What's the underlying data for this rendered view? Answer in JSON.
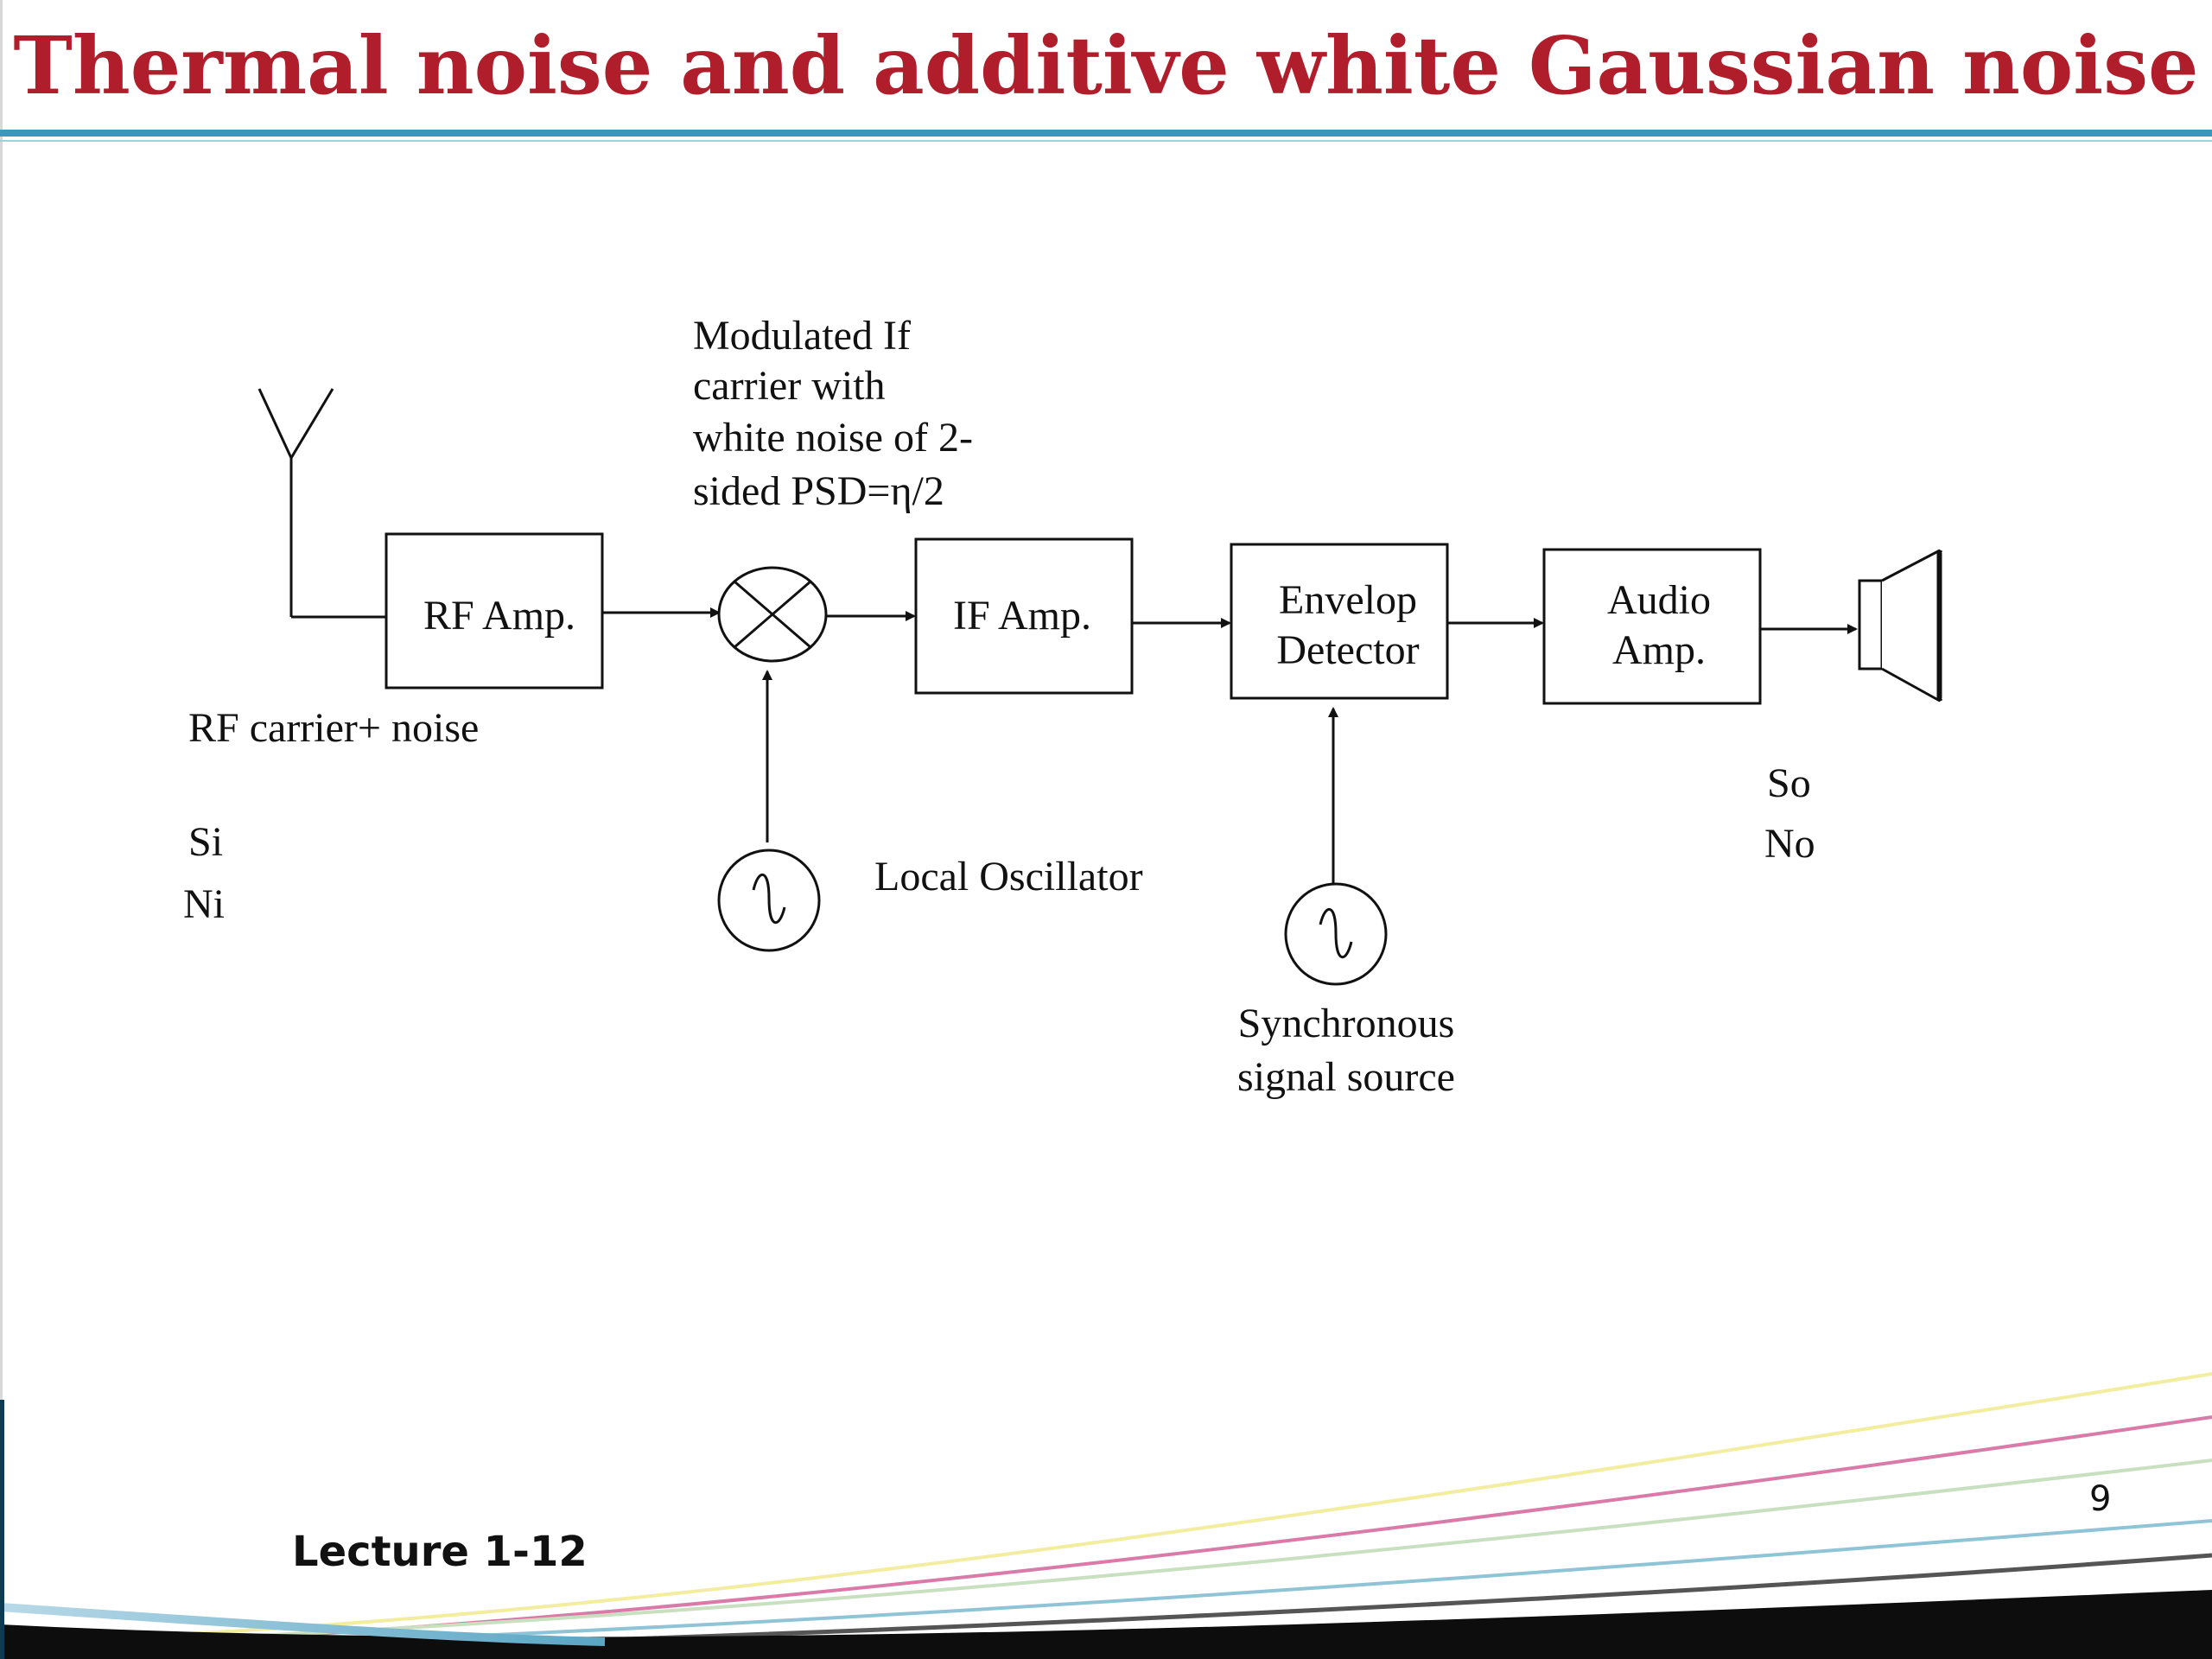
{
  "slide": {
    "title": "Thermal noise and additive white Gaussian noise",
    "footer": "Lecture 1-12",
    "page_number": "9"
  },
  "diagram": {
    "blocks": {
      "rf_amp": "RF Amp.",
      "if_amp": "IF Amp.",
      "envelop_detector": [
        "Envelop",
        "Detector"
      ],
      "audio_amp": [
        "Audio",
        "Amp."
      ]
    },
    "labels": {
      "modulated_if": [
        "Modulated If",
        "carrier with",
        "white noise of 2-",
        "sided PSD=η/2"
      ],
      "rf_carrier_noise": "RF carrier+ noise",
      "input_ratio": [
        "Si",
        "Ni"
      ],
      "output_ratio": [
        "So",
        "No"
      ],
      "local_oscillator": "Local Oscillator",
      "synchronous_source": [
        "Synchronous",
        "signal source"
      ]
    },
    "icons": {
      "antenna": "antenna-icon",
      "mixer": "mixer-icon",
      "oscillator": "sine-source-icon",
      "speaker": "speaker-icon"
    },
    "colors": {
      "title": "#b01e2b",
      "rule": "#3a9ab5",
      "stroke": "#111111"
    }
  }
}
